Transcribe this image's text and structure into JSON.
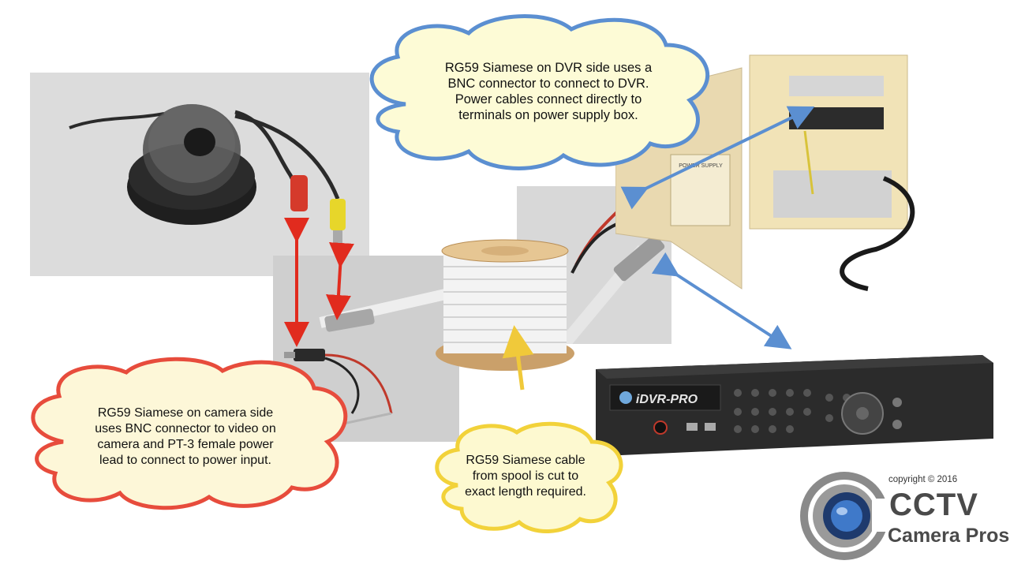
{
  "callouts": {
    "dvr_side": "RG59 Siamese on DVR side uses a\nBNC connector to connect to DVR.\nPower cables connect directly to\nterminals on power supply box.",
    "camera_side": "RG59 Siamese on camera side\nuses BNC connector to video on\ncamera and PT-3 female power\nlead to connect to power input.",
    "spool": "RG59 Siamese cable\nfrom spool is cut to\nexact length required."
  },
  "dvr_brand": "iDVR-PRO",
  "power_box_label": "POWER SUPPLY",
  "logo": {
    "copyright": "copyright © 2016",
    "line1": "CCTV",
    "line2": "Camera Pros"
  },
  "icons": [
    "dome-camera-icon",
    "power-supply-box-icon",
    "cable-spool-icon",
    "dvr-icon",
    "bnc-connector-icon",
    "power-connector-icon",
    "cloud-callout-icon",
    "logo-lens-icon"
  ],
  "colors": {
    "cloud_blue_fill": "#fdfbd6",
    "cloud_blue_stroke": "#5b8fd1",
    "cloud_red_fill": "#fdf7d8",
    "cloud_red_stroke": "#e74c3c",
    "cloud_yellow_fill": "#fdf9d0",
    "cloud_yellow_stroke": "#f2d23a",
    "arrow_red": "#e12b1e",
    "arrow_blue": "#5b8fd1",
    "arrow_yellow": "#f0c93a"
  }
}
